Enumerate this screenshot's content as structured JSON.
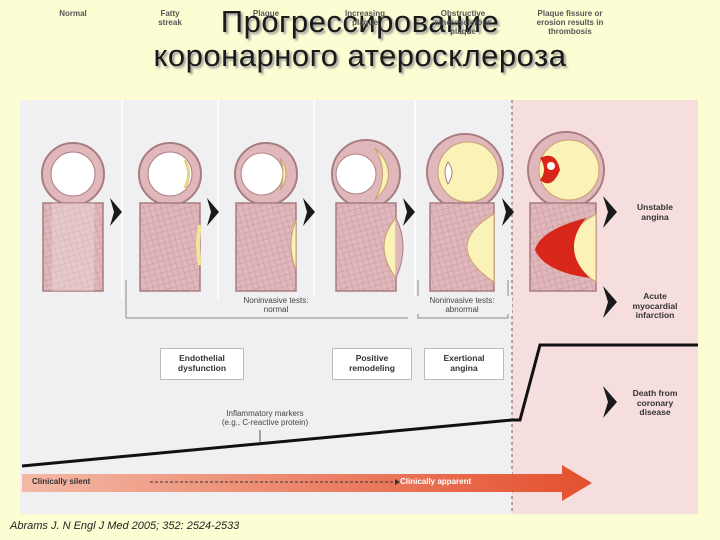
{
  "title": {
    "line1": "Прогрессирование",
    "line2": "коронарного атеросклероза"
  },
  "stages": [
    "Normal",
    "Fatty\nstreak",
    "Plaque",
    "Increasing\nplaque",
    "Obstructive\natherosclerotic\nplaque",
    "Plaque fissure or\nerosion results in\nthrombosis"
  ],
  "outcomes": [
    "Unstable\nangina",
    "Acute\nmyocardial\ninfarction",
    "Death from\ncoronary\ndisease"
  ],
  "tests": {
    "normal": "Noninvasive tests:\nnormal",
    "abnormal": "Noninvasive tests:\nabnormal"
  },
  "boxes": {
    "endothelial": "Endothelial\ndysfunction",
    "remodeling": "Positive\nremodeling",
    "angina": "Exertional\nangina"
  },
  "markers": "Inflammatory markers\n(e.g., C-reactive protein)",
  "timeline": {
    "silent": "Clinically silent",
    "apparent": "Clinically apparent"
  },
  "citation": "Abrams J. N Engl J Med 2005; 352: 2524-2533",
  "colors": {
    "background": "#fdfdd4",
    "panel": "#f0f0f2",
    "vessel": "#e0b8bb",
    "plaque": "#fbf2b8",
    "thrombus": "#d8261b",
    "arrow": "#e8643f",
    "right_zone": "#f6dede"
  }
}
